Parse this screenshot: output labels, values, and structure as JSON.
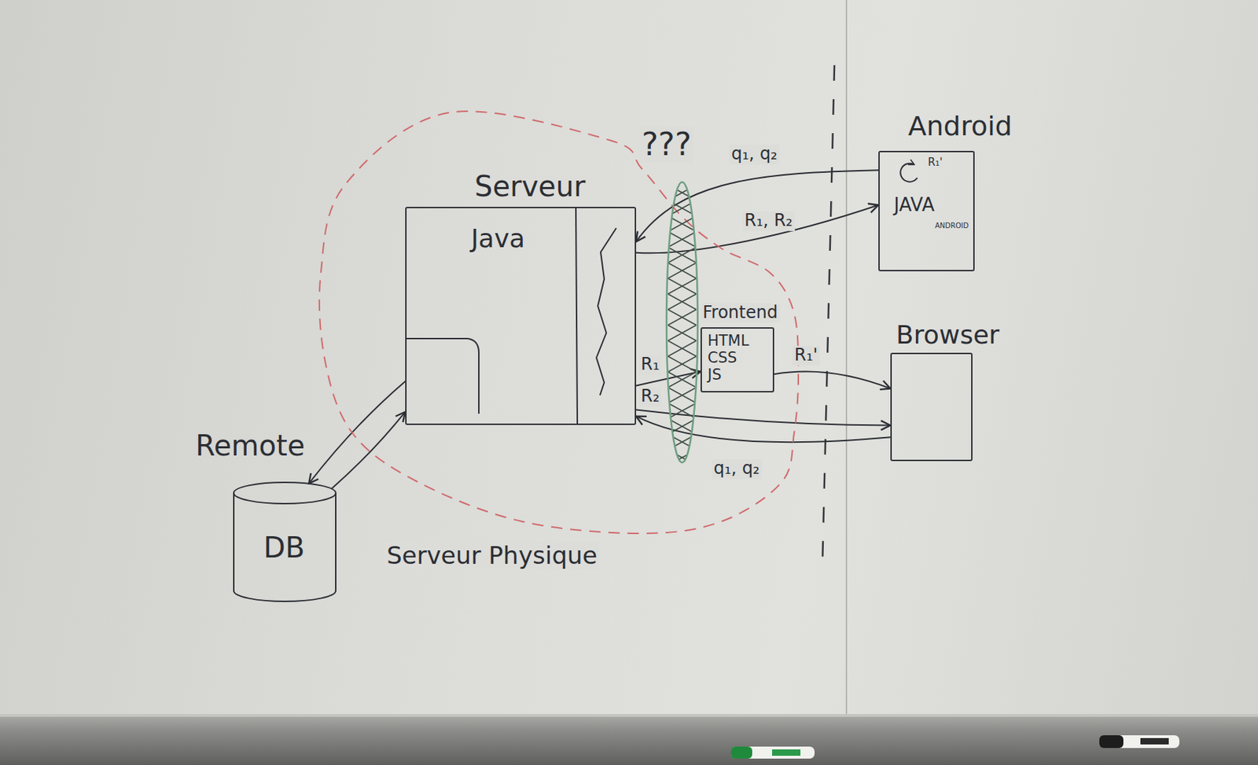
{
  "diagram": {
    "nodes": [
      {
        "text": [
          "Serveur Physique"
        ]
      },
      {
        "text": [
          "Serveur",
          "Java"
        ],
        "in": 0
      },
      {
        "text": [
          "???"
        ],
        "in": 0
      },
      {
        "text": [
          "Frontend",
          "HTML CSS JS"
        ],
        "in": 0
      },
      {
        "text": [
          "Android",
          "R₁'",
          "JAVA",
          "ANDROID"
        ]
      },
      {
        "text": [
          "Browser"
        ]
      },
      {
        "text": [
          "Remote",
          "DB"
        ]
      }
    ],
    "edges": [
      {
        "from": 4,
        "to": 1,
        "arrow": "to",
        "label": "q₁, q₂"
      },
      {
        "from": 1,
        "to": 4,
        "arrow": "to",
        "label": "R₁, R₂"
      },
      {
        "from": 1,
        "to": 3,
        "arrow": "to",
        "label": "R₁"
      },
      {
        "from": 3,
        "to": 5,
        "arrow": "to",
        "label": "R₁'"
      },
      {
        "from": 1,
        "to": 5,
        "arrow": "to",
        "label": "R₂"
      },
      {
        "from": 5,
        "to": 1,
        "arrow": "to",
        "label": "q₁, q₂"
      },
      {
        "from": 1,
        "to": 6,
        "arrow": "to"
      },
      {
        "from": 6,
        "to": 1,
        "arrow": "to"
      }
    ]
  }
}
